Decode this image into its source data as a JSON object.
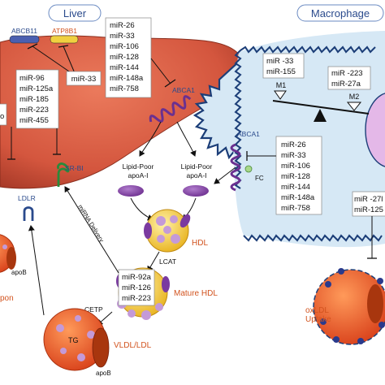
{
  "panels": {
    "liver": "Liver",
    "macrophage": "Macrophage"
  },
  "transporters": {
    "abcb11": "ABCB11",
    "atp8b1": "ATP8B1",
    "abca1_liver": "ABCA1",
    "abca1_macrophage": "ABCA1",
    "sr_bi": "SR-BI",
    "ldlr": "LDLR"
  },
  "mirna_boxes": {
    "liver_top": [
      "miR-26",
      "miR-33",
      "miR-106",
      "miR-128",
      "miR-144",
      "miR-148a",
      "miR-758"
    ],
    "liver_bile": [
      "miR-33"
    ],
    "liver_left": [
      "miR-96",
      "miR-125a",
      "miR-185",
      "miR-223",
      "miR-455"
    ],
    "liver_edge": [
      "o"
    ],
    "macrophage_m1": [
      "miR -33",
      "miR-155"
    ],
    "macrophage_m2": [
      "miR -223",
      "miR-27a"
    ],
    "macrophage_abca1": [
      "miR-26",
      "miR-33",
      "miR-106",
      "miR-128",
      "miR-144",
      "miR-148a",
      "miR-758"
    ],
    "macrophage_right": [
      "miR -27l",
      "miR-125"
    ],
    "mature_hdl": [
      "miR-92a",
      "miR-126",
      "miR-223"
    ]
  },
  "labels": {
    "m1": "M1",
    "m2": "M2",
    "fc": "FC",
    "lipid_poor_left": "Lipid-Poor\napoA-I",
    "lipid_poor_right": "Lipid-Poor\napoA-I",
    "hdl": "HDL",
    "lcat": "LCAT",
    "mature_hdl": "Mature HDL",
    "cetp": "CETP",
    "tg": "TG",
    "vldl_ldl": "VLDL/LDL",
    "apob_left": "apoB",
    "apob_bottom": "apoB",
    "pon_fragment": "pon",
    "mirna_delivery": "miRNA Delivery",
    "oxldl_uptake": "oxLDL\nUptake"
  },
  "colors": {
    "liver": "#d4563e",
    "liver_dark": "#a83a28",
    "macrophage_fill": "#d6e8f5",
    "macrophage_edge": "#1c3e78",
    "apoa": "#8c4aa8",
    "hdl_core": "#f2c230",
    "lipoprotein_red": "#e0461e",
    "panel_title": "#2a4a8c",
    "orange_text": "#d2531e"
  }
}
